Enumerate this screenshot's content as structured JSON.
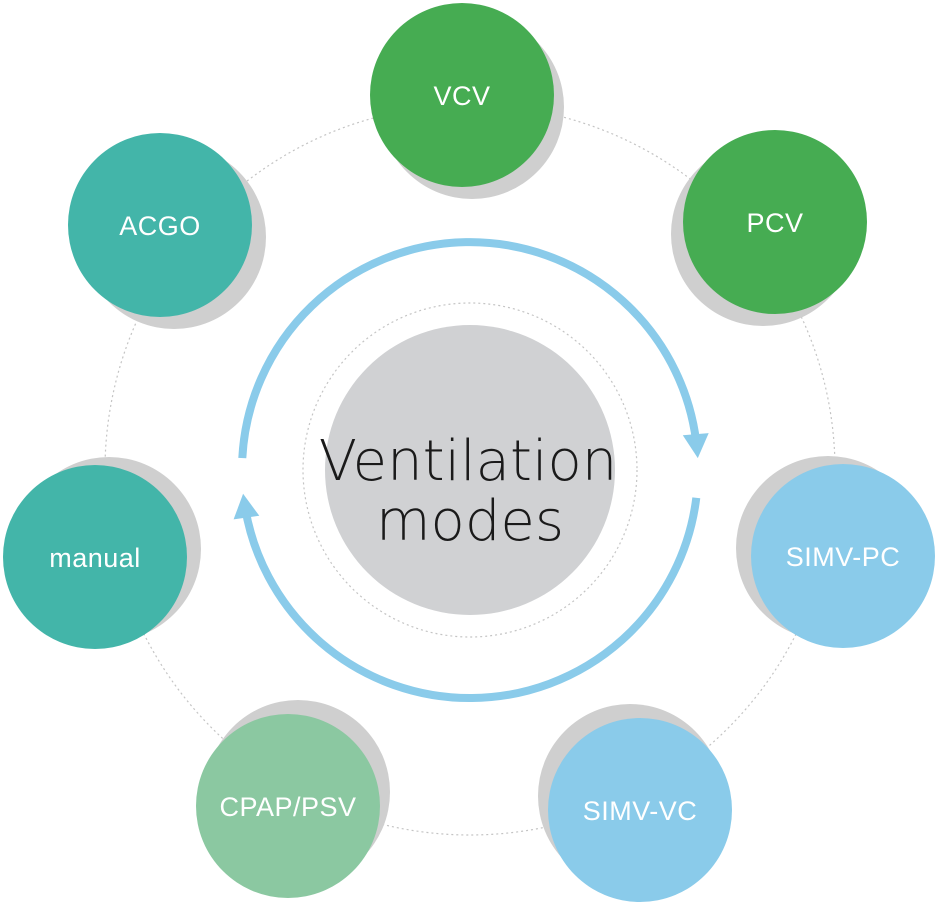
{
  "center": {
    "line1": "Ventilation",
    "line2": "modes"
  },
  "colors": {
    "dark_green": "#46ac52",
    "teal": "#43b5a9",
    "light_green": "#8bc8a1",
    "light_blue": "#8acbea",
    "shadow_gray": "#cfcfcf",
    "center_gray": "#d0d1d3",
    "arrow_blue": "#8acbea",
    "dotted_ring": "#c4c4c4"
  },
  "modes": [
    {
      "id": "vcv",
      "label": "VCV",
      "color": "#46ac52"
    },
    {
      "id": "pcv",
      "label": "PCV",
      "color": "#46ac52"
    },
    {
      "id": "simv-pc",
      "label": "SIMV-PC",
      "color": "#8acbea"
    },
    {
      "id": "simv-vc",
      "label": "SIMV-VC",
      "color": "#8acbea"
    },
    {
      "id": "cpap-psv",
      "label": "CPAP/PSV",
      "color": "#8bc8a1"
    },
    {
      "id": "manual",
      "label": "manual",
      "color": "#43b5a9"
    },
    {
      "id": "acgo",
      "label": "ACGO",
      "color": "#43b5a9"
    }
  ]
}
